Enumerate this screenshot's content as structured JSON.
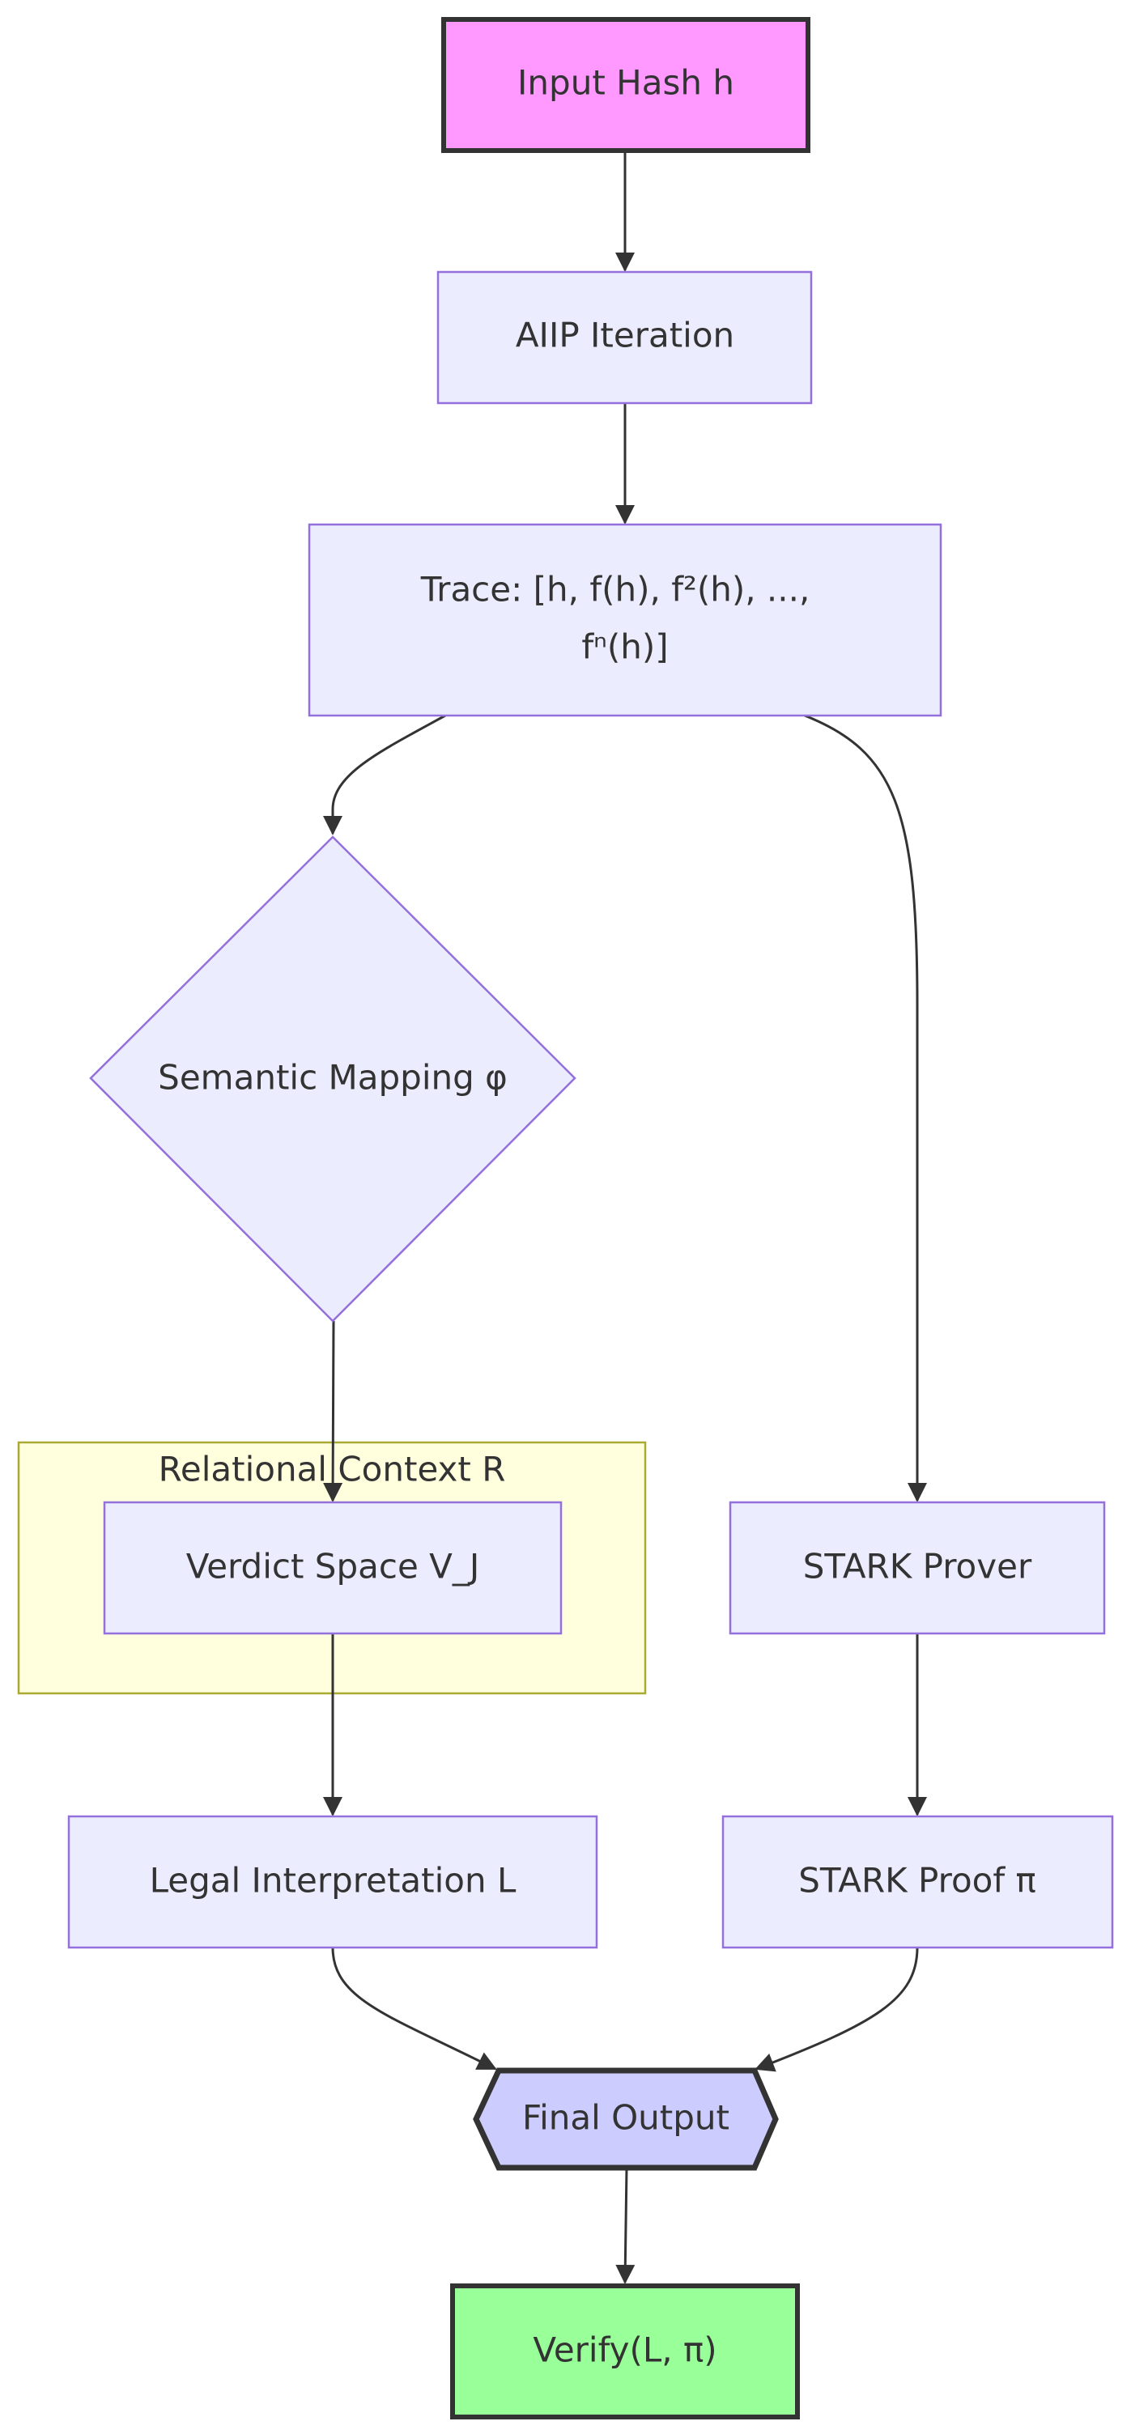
{
  "diagram": {
    "nodes": {
      "input_hash": "Input Hash h",
      "aiip_iteration": "AIIP Iteration",
      "trace_line1": "Trace: [h, f(h), f²(h), ...,",
      "trace_line2": "fⁿ(h)]",
      "semantic_mapping": "Semantic Mapping φ",
      "verdict_space": "Verdict Space V_J",
      "stark_prover": "STARK Prover",
      "legal_interpretation": "Legal Interpretation L",
      "stark_proof": "STARK Proof π",
      "final_output": "Final Output",
      "verify": "Verify(L, π)"
    },
    "subgraph": {
      "relational_context": "Relational Context R"
    },
    "colors": {
      "default_fill": "#ECECFF",
      "default_stroke": "#9370DB",
      "input_fill": "#FF99FF",
      "final_fill": "#CCCCFF",
      "verify_fill": "#99FF99",
      "subgraph_fill": "#FFFFDE",
      "subgraph_stroke": "#AAAA33",
      "edge": "#333333"
    }
  }
}
